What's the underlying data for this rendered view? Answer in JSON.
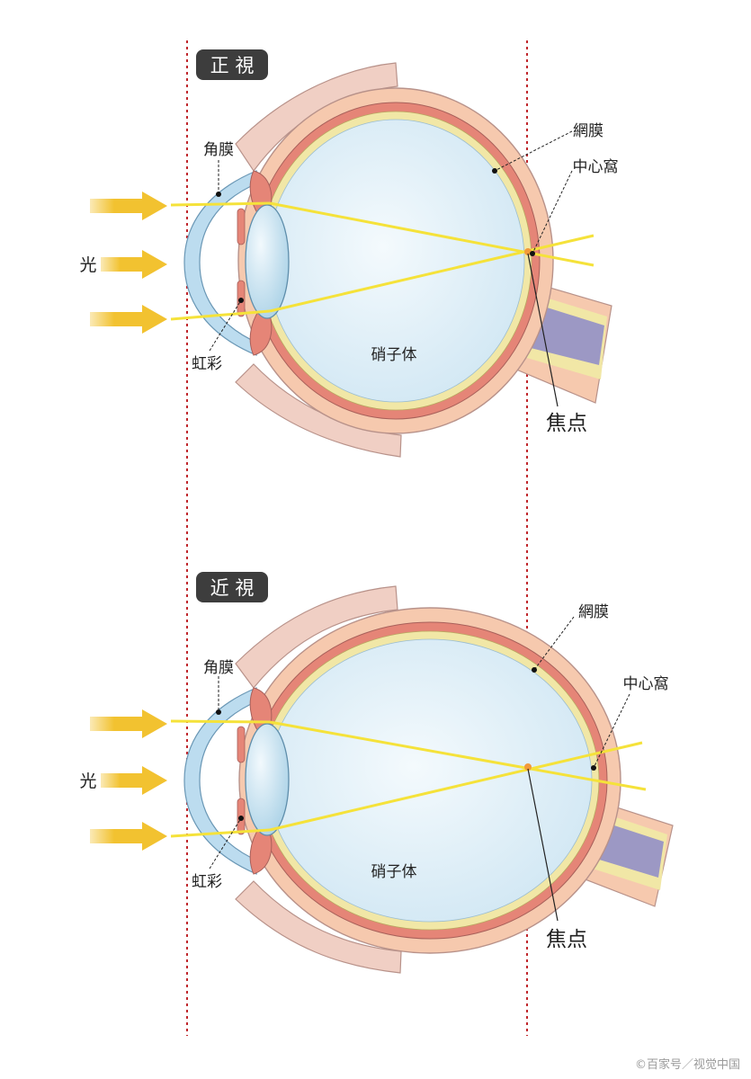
{
  "colors": {
    "guide_line": "#c0282d",
    "badge_bg": "#3d3d3d",
    "light_ray": "#f5e23a",
    "arrow": "#f2c230",
    "sclera": "#f6c9ae",
    "choroid": "#e58577",
    "retina": "#f1e7a6",
    "vitreous": "#d9ecf6",
    "cornea": "#bcdcef",
    "lens": "#b4d7ea",
    "optic_nerve": "#9c98c4",
    "eyelid": "#f0cfc4"
  },
  "panels": [
    {
      "id": "normal",
      "badge": "正 視",
      "cornea_label": "角膜",
      "iris_label": "虹彩",
      "light_label": "光",
      "vitreous_label": "硝子体",
      "retina_label": "網膜",
      "fovea_label": "中心窩",
      "focus_label": "焦点"
    },
    {
      "id": "myopia",
      "badge": "近 視",
      "cornea_label": "角膜",
      "iris_label": "虹彩",
      "light_label": "光",
      "vitreous_label": "硝子体",
      "retina_label": "網膜",
      "fovea_label": "中心窩",
      "focus_label": "焦点"
    }
  ],
  "watermark": "©百家号／视觉中国"
}
